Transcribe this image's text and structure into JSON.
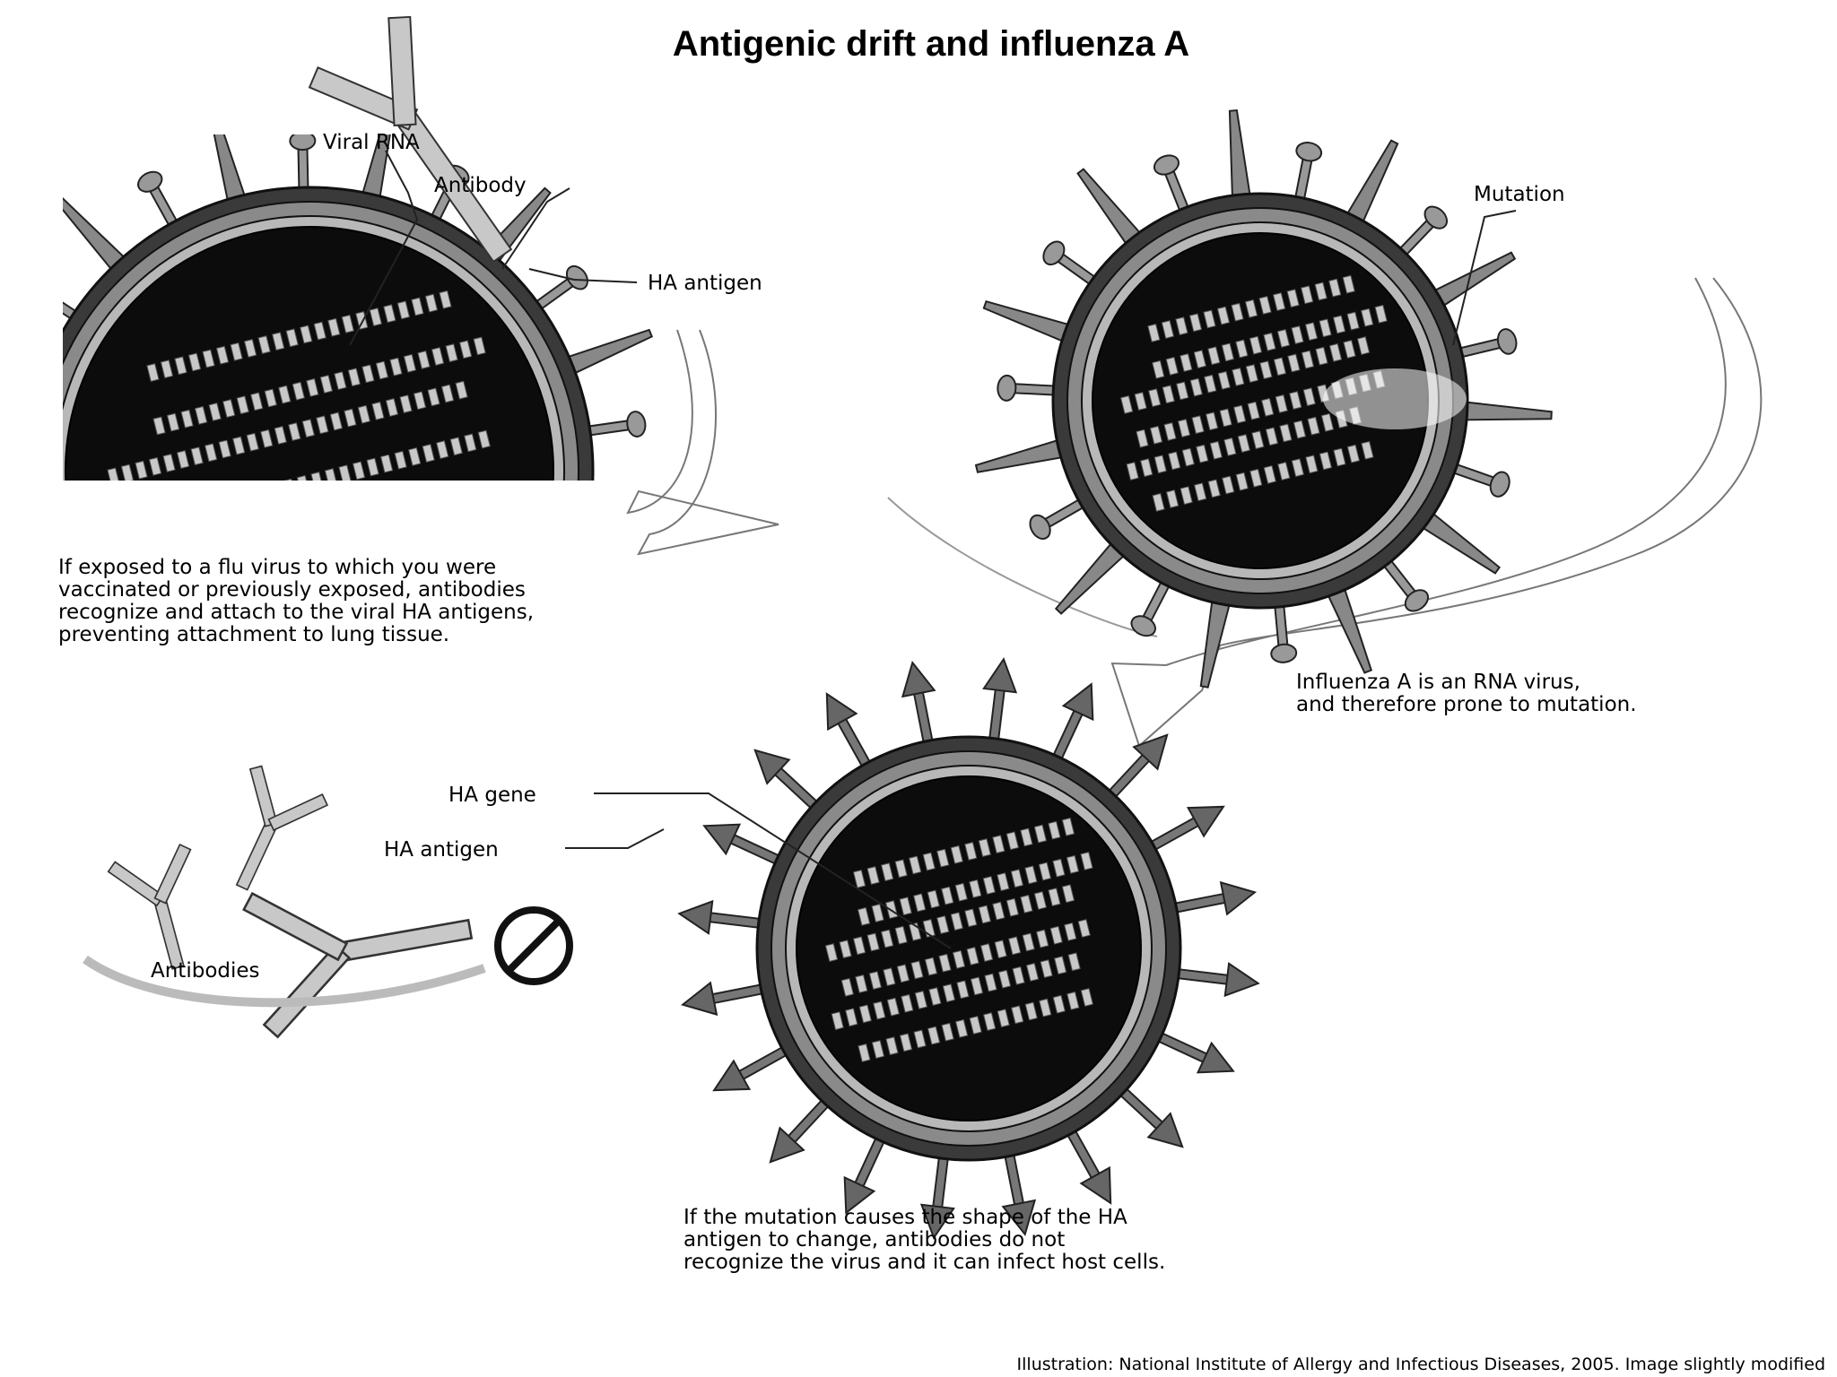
{
  "title": "Antigenic drift and influenza A",
  "labels": {
    "viral_rna": "Viral RNA",
    "antibody": "Antibody",
    "ha_antigen_top": "HA antigen",
    "mutation": "Mutation",
    "ha_gene": "HA gene",
    "ha_antigen_bottom": "HA antigen",
    "antibodies": "Antibodies"
  },
  "captions": {
    "left": [
      "If exposed to a flu virus to which you were",
      "vaccinated or previously exposed, antibodies",
      "recognize and attach to the viral HA antigens,",
      "preventing attachment to lung tissue."
    ],
    "right": [
      "Influenza A is an RNA virus,",
      "and therefore prone to mutation."
    ],
    "bottom": [
      "If the mutation causes the shape of the HA",
      "antigen to change, antibodies do not",
      "recognize the virus and it can infect host cells."
    ]
  },
  "credit": "Illustration: National Institute of Allergy and Infectious Diseases, 2005. Image slightly modified"
}
